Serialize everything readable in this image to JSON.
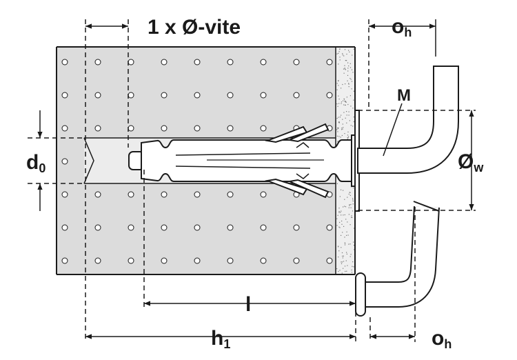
{
  "labels": {
    "screw": "1 x Ø-vite",
    "offset_top": "o",
    "offset_top_sub": "h",
    "thread": "M",
    "hole_diameter": "d",
    "hole_diameter_sub": "0",
    "washer_diameter": "Ø",
    "washer_diameter_sub": "w",
    "length": "l",
    "hole_depth": "h",
    "hole_depth_sub": "1",
    "offset_bottom": "o",
    "offset_bottom_sub": "h"
  },
  "colors": {
    "line": "#1a1a1a",
    "wall_fill": "#dcdcdc",
    "plaster_fill": "#efefef",
    "background": "#ffffff"
  }
}
